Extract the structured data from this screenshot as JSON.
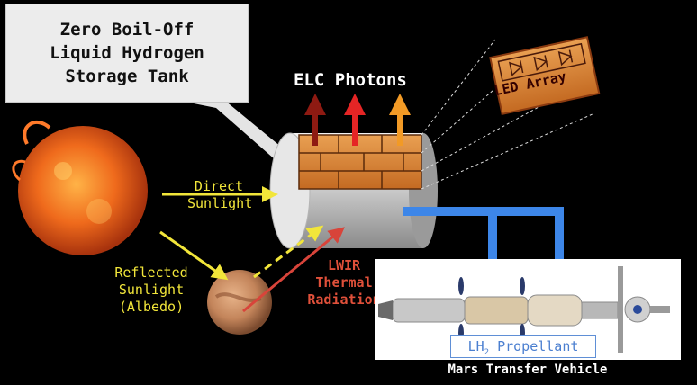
{
  "callout": {
    "line1": "Zero Boil-Off",
    "line2": "Liquid Hydrogen",
    "line3": "Storage Tank"
  },
  "labels": {
    "elc_photons": "ELC Photons",
    "led_array": "LED Array",
    "direct_sunlight_1": "Direct",
    "direct_sunlight_2": "Sunlight",
    "reflected_1": "Reflected",
    "reflected_2": "Sunlight",
    "reflected_3": "(Albedo)",
    "lwir_1": "LWIR",
    "lwir_2": "Thermal",
    "lwir_3": "Radiation",
    "lh2_prefix": "LH",
    "lh2_sub": "2",
    "lh2_suffix": " Propellant",
    "mars_transfer_vehicle": "Mars Transfer Vehicle"
  },
  "colors": {
    "background": "#000000",
    "sun": "#e8661a",
    "mars": "#c98a5c",
    "yellow_arrow": "#f2e63a",
    "red_arrow": "#d8443a",
    "blue_arrow": "#3d86e8",
    "panel_orange": "#d87f2e",
    "photon_dark_red": "#8e1a12",
    "photon_red": "#e52525",
    "photon_orange": "#f29a26"
  }
}
